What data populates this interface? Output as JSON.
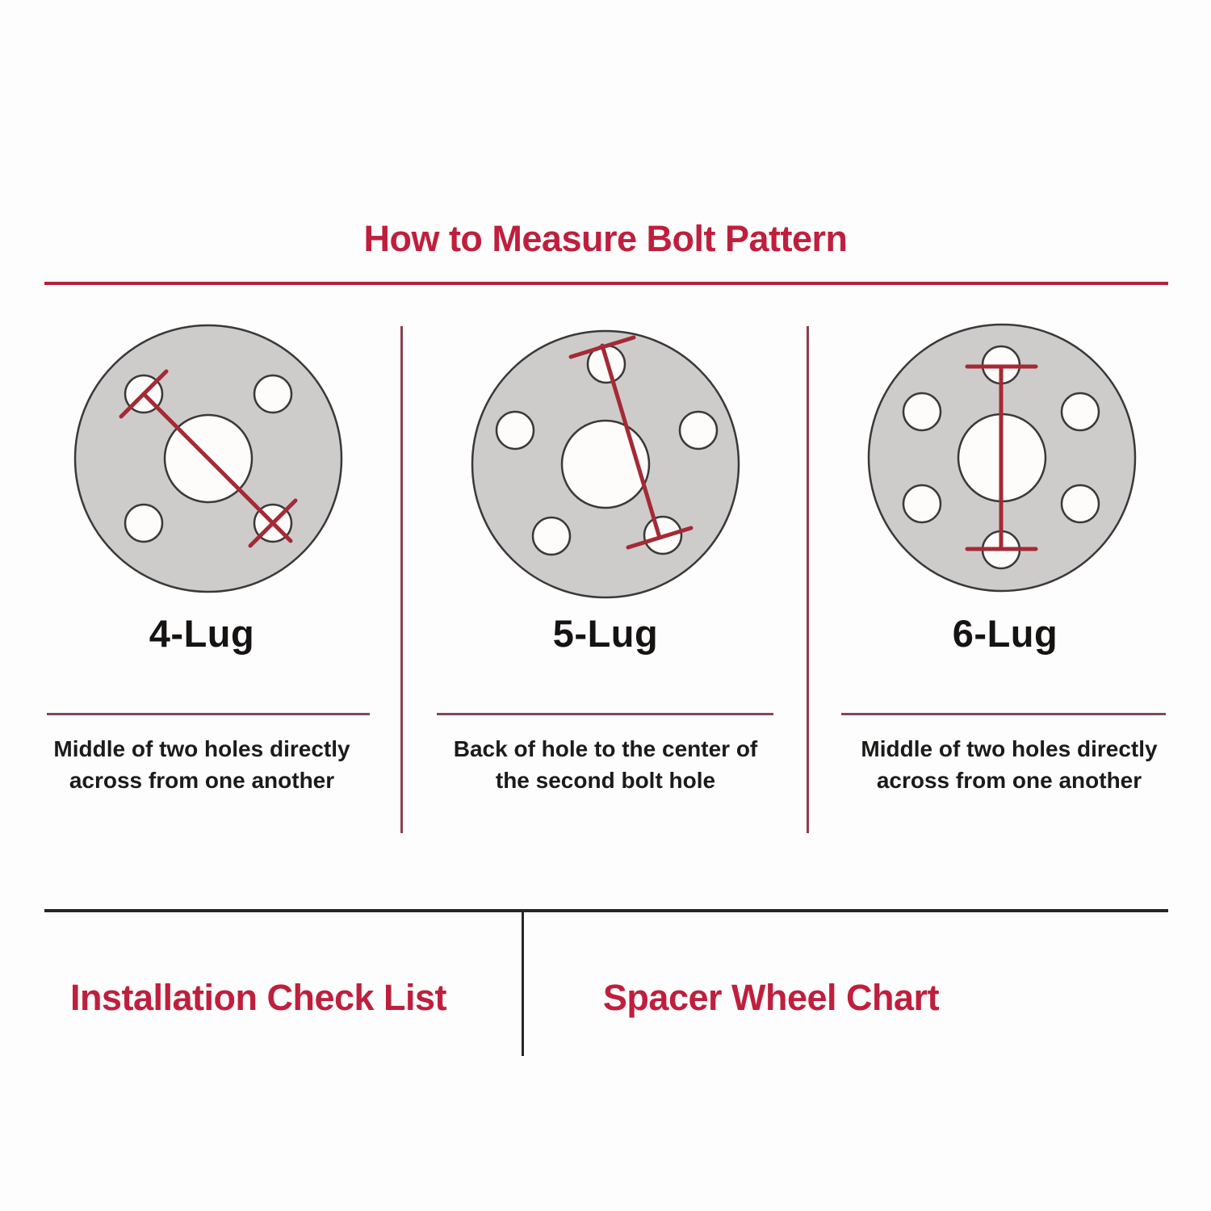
{
  "title": {
    "text": "How to Measure Bolt Pattern"
  },
  "colors": {
    "accent_crimson": "#bf1f3d",
    "title_underline": "#b81f3b",
    "section_divider_maroon": "#8e3d4d",
    "label_separator_plum": "#7d4a55",
    "measurement_line_red": "#a42a35",
    "flange_fill_gray": "#cdccca",
    "flange_outline": "#3a3839",
    "hole_fill": "#fdfcfb",
    "footer_rule_black": "#262626",
    "label_text": "#161413",
    "description_text": "#1c1b1a"
  },
  "panels": [
    {
      "label": "4-Lug",
      "diagram": "4-lug-flange",
      "description": [
        "Middle of two holes directly",
        "across from one another"
      ]
    },
    {
      "label": "5-Lug",
      "diagram": "5-lug-flange",
      "description": [
        "Back of hole to the center of",
        "the second bolt hole"
      ]
    },
    {
      "label": "6-Lug",
      "diagram": "6-lug-flange",
      "description": [
        "Middle of two holes directly",
        "across from one another"
      ]
    }
  ],
  "footer": {
    "links": [
      {
        "label": "Installation Check List"
      },
      {
        "label": "Spacer Wheel Chart"
      }
    ]
  }
}
